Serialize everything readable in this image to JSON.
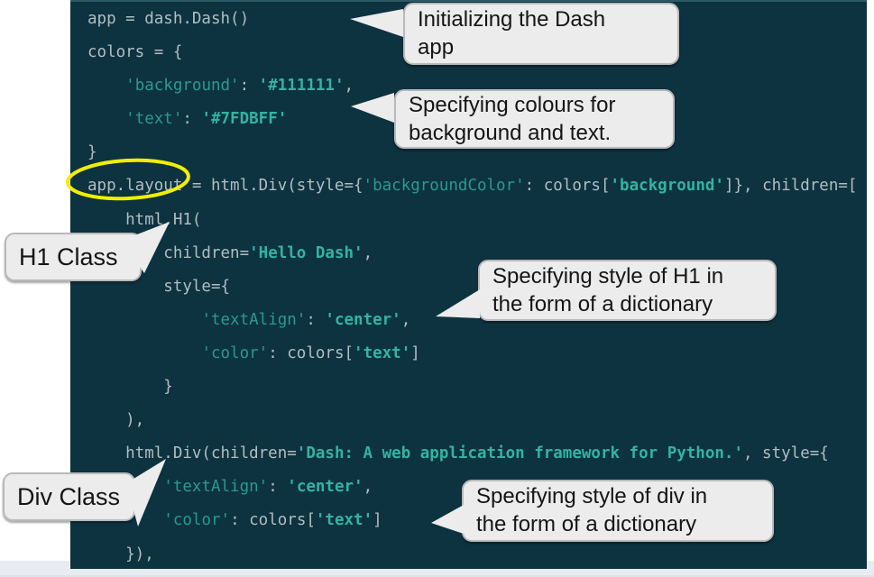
{
  "colors": {
    "page_bg": "#ffffff",
    "editor_bg": "#0d3240",
    "editor_border": "#2c5a64",
    "code_plain": "#b2bec0",
    "code_string": "#2b9a8e",
    "code_value": "#33b3a4",
    "bubble_bg": "#ececec",
    "bubble_border": "#b9b9b9",
    "bubble_text": "#151515",
    "highlight_yellow": "#f1ee05",
    "strip_bg": "#e9ebf2"
  },
  "editor": {
    "language": "python",
    "code_lines": [
      [
        [
          "p",
          "app = dash.Dash()"
        ]
      ],
      [
        [
          "p",
          "colors = {"
        ]
      ],
      [
        [
          "p",
          "    "
        ],
        [
          "k",
          "'background'"
        ],
        [
          "p",
          ": "
        ],
        [
          "v",
          "'#111111'"
        ],
        [
          "p",
          ","
        ]
      ],
      [
        [
          "p",
          "    "
        ],
        [
          "k",
          "'text'"
        ],
        [
          "p",
          ": "
        ],
        [
          "v",
          "'#7FDBFF'"
        ]
      ],
      [
        [
          "p",
          "}"
        ]
      ],
      [
        [
          "p",
          "app.layout = html.Div(style={"
        ],
        [
          "k",
          "'backgroundColor'"
        ],
        [
          "p",
          ": colors["
        ],
        [
          "v",
          "'background'"
        ],
        [
          "p",
          "]}, children=["
        ]
      ],
      [
        [
          "p",
          "    html.H1("
        ]
      ],
      [
        [
          "p",
          "        children="
        ],
        [
          "v",
          "'Hello Dash'"
        ],
        [
          "p",
          ","
        ]
      ],
      [
        [
          "p",
          "        style={"
        ]
      ],
      [
        [
          "p",
          "            "
        ],
        [
          "k",
          "'textAlign'"
        ],
        [
          "p",
          ": "
        ],
        [
          "v",
          "'center'"
        ],
        [
          "p",
          ","
        ]
      ],
      [
        [
          "p",
          "            "
        ],
        [
          "k",
          "'color'"
        ],
        [
          "p",
          ": colors["
        ],
        [
          "v",
          "'text'"
        ],
        [
          "p",
          "]"
        ]
      ],
      [
        [
          "p",
          "        }"
        ]
      ],
      [
        [
          "p",
          "    ),"
        ]
      ],
      [
        [
          "p",
          "    html.Div(children="
        ],
        [
          "v",
          "'Dash: A web application framework for Python.'"
        ],
        [
          "p",
          ", style={"
        ]
      ],
      [
        [
          "p",
          "        "
        ],
        [
          "k",
          "'textAlign'"
        ],
        [
          "p",
          ": "
        ],
        [
          "v",
          "'center'"
        ],
        [
          "p",
          ","
        ]
      ],
      [
        [
          "p",
          "        "
        ],
        [
          "k",
          "'color'"
        ],
        [
          "p",
          ": colors["
        ],
        [
          "v",
          "'text'"
        ],
        [
          "p",
          "]"
        ]
      ],
      [
        [
          "p",
          "    }),"
        ]
      ]
    ]
  },
  "callouts": [
    {
      "id": "initializing-dash-app",
      "lines": [
        "Initializing the Dash",
        "app"
      ]
    },
    {
      "id": "specifying-colours",
      "lines": [
        "Specifying colours for",
        "background and text."
      ]
    },
    {
      "id": "h1-class",
      "lines": [
        "H1 Class"
      ]
    },
    {
      "id": "h1-style",
      "lines": [
        "Specifying style of H1 in",
        "the form of a dictionary"
      ]
    },
    {
      "id": "div-class",
      "lines": [
        "Div Class"
      ]
    },
    {
      "id": "div-style",
      "lines": [
        "Specifying style of div in",
        "the form of a dictionary"
      ]
    }
  ],
  "highlight": {
    "shape": "ellipse",
    "highlighted_text": "app.layout"
  }
}
